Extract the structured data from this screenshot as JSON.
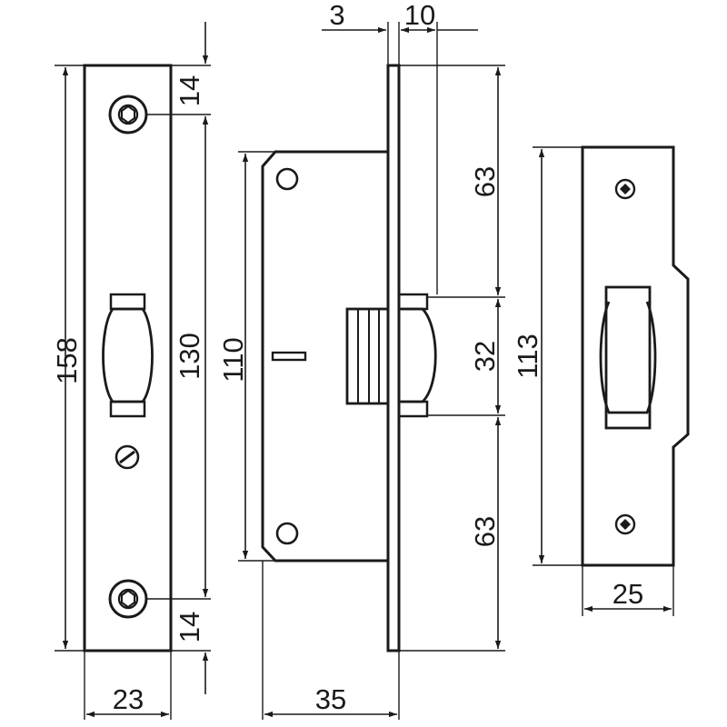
{
  "dimensions": {
    "faceplate_length": "158",
    "faceplate_hole_spacing": "130",
    "faceplate_top_offset": "14",
    "faceplate_bottom_offset": "14",
    "faceplate_width": "23",
    "case_height": "110",
    "case_depth": "35",
    "flange_thickness": "3",
    "bolt_projection": "10",
    "latch_top_offset": "63",
    "latch_height": "32",
    "latch_bottom_offset": "63",
    "strike_length": "113",
    "strike_width": "25"
  }
}
